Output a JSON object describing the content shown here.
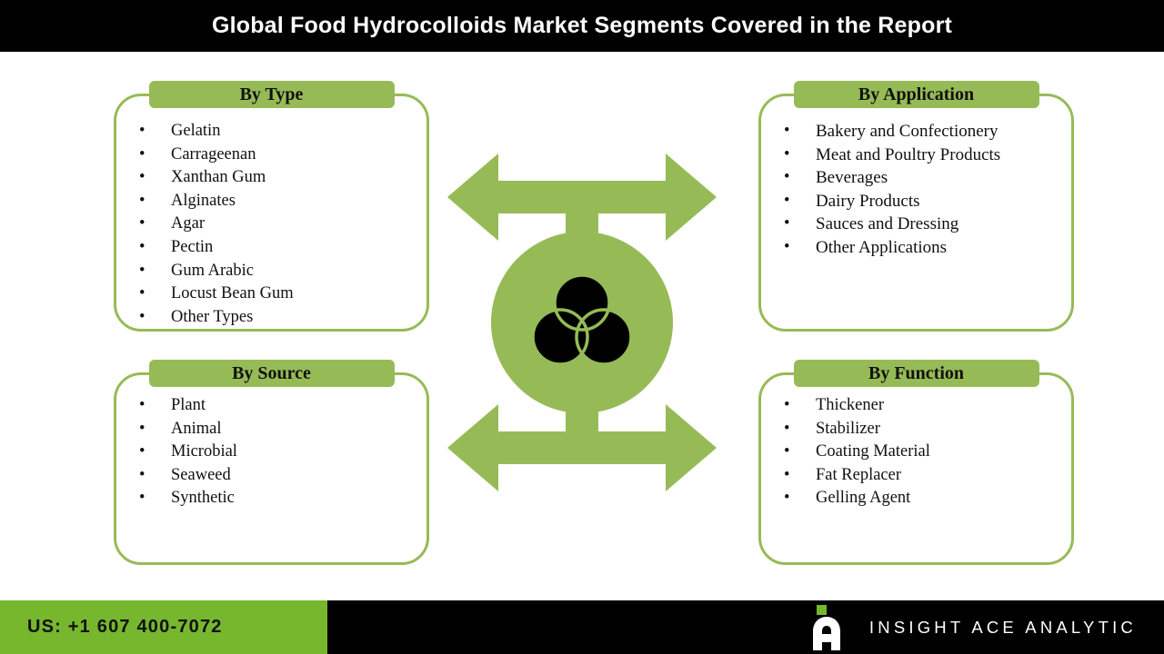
{
  "title": "Global Food Hydrocolloids Market Segments Covered in the Report",
  "colors": {
    "brand_green": "#96bb56",
    "footer_green": "#76b72e",
    "bar_black": "#000000",
    "text_dark": "#111111",
    "white": "#ffffff"
  },
  "bullet_glyph": "•",
  "cards": {
    "type": {
      "heading": "By Type",
      "items": [
        "Gelatin",
        "Carrageenan",
        "Xanthan Gum",
        "Alginates",
        "Agar",
        "Pectin",
        "Gum Arabic",
        "Locust Bean Gum",
        "Other Types"
      ]
    },
    "application": {
      "heading": "By Application",
      "items": [
        "Bakery and Confectionery",
        "Meat and Poultry Products",
        "Beverages",
        "Dairy Products",
        "Sauces and Dressing",
        "Other Applications"
      ]
    },
    "source": {
      "heading": "By Source",
      "items": [
        "Plant",
        "Animal",
        "Microbial",
        "Seaweed",
        "Synthetic"
      ]
    },
    "function": {
      "heading": "By Function",
      "items": [
        "Thickener",
        "Stabilizer",
        "Coating Material",
        "Fat Replacer",
        "Gelling Agent"
      ]
    }
  },
  "center_graphic": {
    "icon_name": "venn-three-circles-icon",
    "circle_color": "#96bb56",
    "icon_color": "#000000",
    "arrows": [
      "arrow-left-top",
      "arrow-right-top",
      "arrow-left-bottom",
      "arrow-right-bottom"
    ]
  },
  "footer": {
    "phone": "US: +1 607 400-7072",
    "brand_name": "INSIGHT ACE ANALYTIC",
    "logo_icon": "insight-ace-a-mark"
  }
}
